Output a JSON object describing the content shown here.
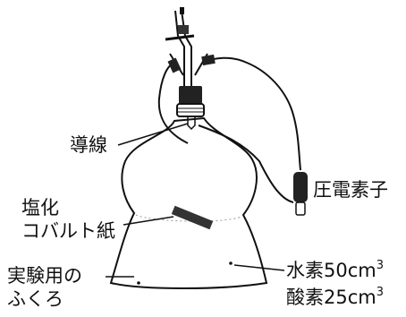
{
  "labels": {
    "wire": "導線",
    "cobalt_line1": "塩化",
    "cobalt_line2": "コバルト紙",
    "bag_line1": "実験用の",
    "bag_line2": "ふくろ",
    "piezo": "圧電素子",
    "hydrogen": "水素50cm",
    "hydrogen_exp": "3",
    "oxygen": "酸素25cm",
    "oxygen_exp": "3"
  },
  "colors": {
    "line": "#111111",
    "cobalt_paper": "#333333"
  }
}
